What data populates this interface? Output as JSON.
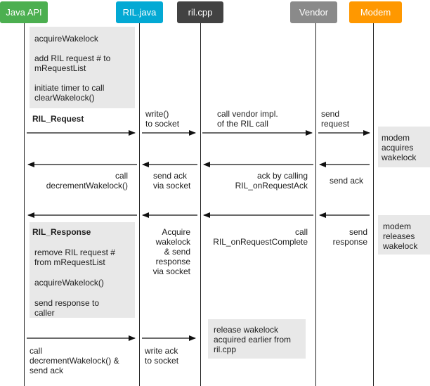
{
  "participants": {
    "java_api": {
      "label": "Java API",
      "color": "#4caf50"
    },
    "ril_java": {
      "label": "RIL.java",
      "color": "#03a9d4"
    },
    "ril_cpp": {
      "label": "ril.cpp",
      "color": "#424242"
    },
    "vendor": {
      "label": "Vendor",
      "color": "#8a8a8a"
    },
    "modem": {
      "label": "Modem",
      "color": "#ff9800"
    }
  },
  "notes": {
    "java_request": {
      "acquire": "acquireWakelock",
      "add": "add RIL request # to\nmRequestList",
      "timer": "initiate timer to call\nclearWakelock()"
    },
    "modem_acquires": "modem\nacquires\nwakelock",
    "modem_releases": "modem\nreleases\nwakelock",
    "java_response": {
      "title": "RIL_Response",
      "remove": "remove RIL request #\nfrom mRequestList",
      "acquire": "acquireWakelock()",
      "send": "send response to\ncaller"
    },
    "release_cpp": "release wakelock\nacquired earlier from\nril.cpp"
  },
  "messages": {
    "ril_request": "RIL_Request",
    "write_socket": "write()\nto socket",
    "call_vendor": "call vendor impl.\nof the RIL call",
    "send_request": "send\nrequest",
    "call_decrement": "call\ndecrementWakelock()",
    "send_ack_socket": "send ack\nvia socket",
    "ack_by_calling": "ack by calling\nRIL_onRequestAck",
    "send_ack": "send ack",
    "acquire_send_response": "Acquire\nwakelock\n& send\nresponse\nvia socket",
    "call_complete": "call\nRIL_onRequestComplete",
    "send_response": "send\nresponse",
    "call_decrement_ack": "call\ndecrementWakelock() &\nsend ack",
    "write_ack_socket": "write ack\nto socket"
  }
}
